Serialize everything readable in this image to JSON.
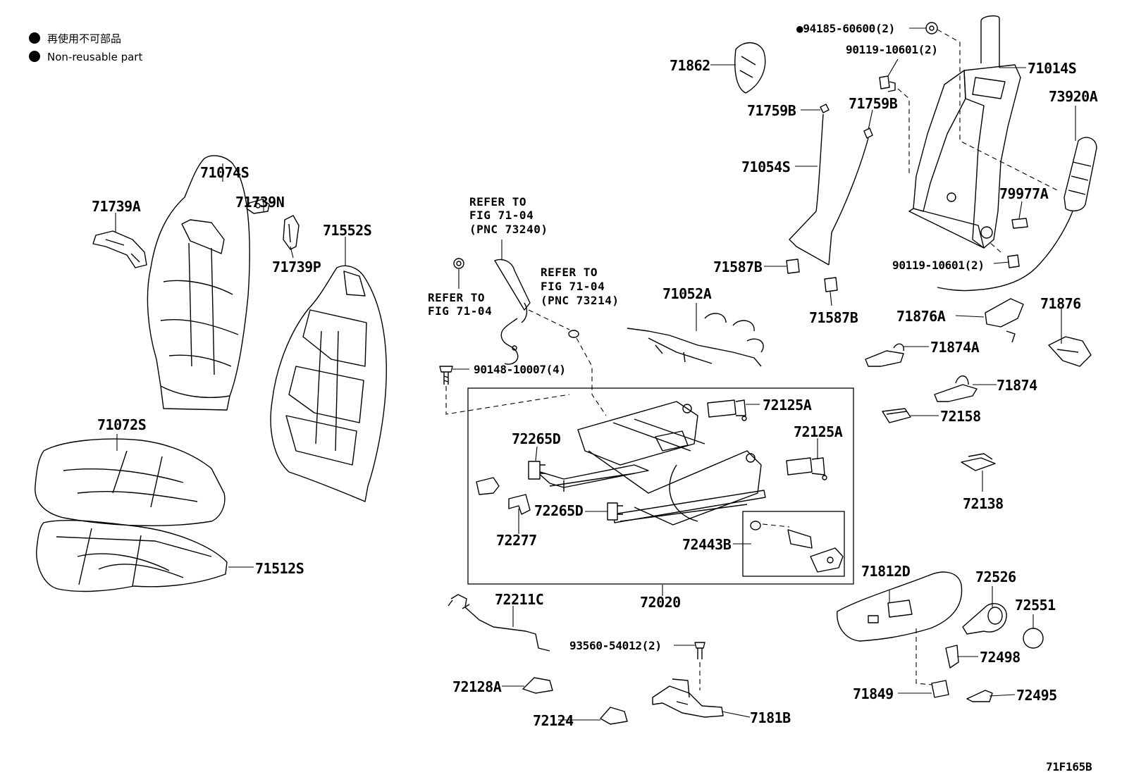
{
  "legend": {
    "line1": "再使用不可部品",
    "line2": "Non-reusable part"
  },
  "figure_id": "71F165B",
  "refs": {
    "ref_a": [
      "REFER TO",
      "FIG 71-04",
      "(PNC 73240)"
    ],
    "ref_b": [
      "REFER TO",
      "FIG 71-04"
    ],
    "ref_c": [
      "REFER TO",
      "FIG 71-04",
      "(PNC 73214)"
    ]
  },
  "parts": [
    {
      "id": "p71862",
      "label": "71862"
    },
    {
      "id": "p94185",
      "label": "●94185-60600(2)"
    },
    {
      "id": "p90119a",
      "label": "90119-10601(2)"
    },
    {
      "id": "p71014S",
      "label": "71014S"
    },
    {
      "id": "p73920A",
      "label": "73920A"
    },
    {
      "id": "p71759Ba",
      "label": "71759B"
    },
    {
      "id": "p71759Bb",
      "label": "71759B"
    },
    {
      "id": "p71054S",
      "label": "71054S"
    },
    {
      "id": "p79977A",
      "label": "79977A"
    },
    {
      "id": "p90119b",
      "label": "90119-10601(2)"
    },
    {
      "id": "p71587Ba",
      "label": "71587B"
    },
    {
      "id": "p71587Bb",
      "label": "71587B"
    },
    {
      "id": "p71052A",
      "label": "71052A"
    },
    {
      "id": "p71876A",
      "label": "71876A"
    },
    {
      "id": "p71876",
      "label": "71876"
    },
    {
      "id": "p71874A",
      "label": "71874A"
    },
    {
      "id": "p71874",
      "label": "71874"
    },
    {
      "id": "p72158",
      "label": "72158"
    },
    {
      "id": "p72138",
      "label": "72138"
    },
    {
      "id": "p71074S",
      "label": "71074S"
    },
    {
      "id": "p71739N",
      "label": "71739N"
    },
    {
      "id": "p71739A",
      "label": "71739A"
    },
    {
      "id": "p71739P",
      "label": "71739P"
    },
    {
      "id": "p71552S",
      "label": "71552S"
    },
    {
      "id": "p71072S",
      "label": "71072S"
    },
    {
      "id": "p71512S",
      "label": "71512S"
    },
    {
      "id": "p90148",
      "label": "90148-10007(4)"
    },
    {
      "id": "p72125Aa",
      "label": "72125A"
    },
    {
      "id": "p72125Ab",
      "label": "72125A"
    },
    {
      "id": "p72265Da",
      "label": "72265D"
    },
    {
      "id": "p72265Db",
      "label": "72265D"
    },
    {
      "id": "p72277",
      "label": "72277"
    },
    {
      "id": "p72443B",
      "label": "72443B"
    },
    {
      "id": "p72020",
      "label": "72020"
    },
    {
      "id": "p72211C",
      "label": "72211C"
    },
    {
      "id": "p93560",
      "label": "93560-54012(2)"
    },
    {
      "id": "p72128A",
      "label": "72128A"
    },
    {
      "id": "p72124",
      "label": "72124"
    },
    {
      "id": "p7181B",
      "label": "7181B"
    },
    {
      "id": "p71812D",
      "label": "71812D"
    },
    {
      "id": "p72526",
      "label": "72526"
    },
    {
      "id": "p72551",
      "label": "72551"
    },
    {
      "id": "p72498",
      "label": "72498"
    },
    {
      "id": "p71849",
      "label": "71849"
    },
    {
      "id": "p72495",
      "label": "72495"
    }
  ]
}
